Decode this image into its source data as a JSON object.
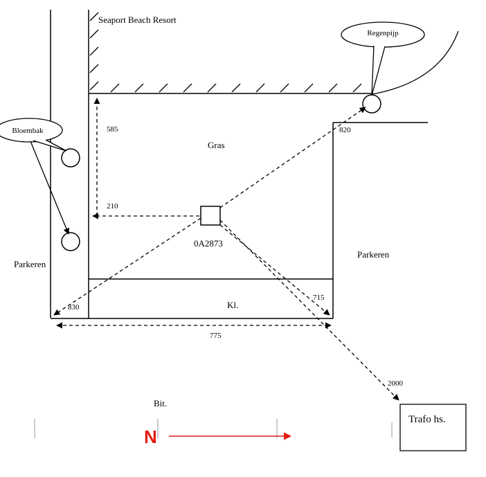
{
  "labels": {
    "building": "Seaport Beach Resort",
    "callout_downpipe": "Regenpijp",
    "callout_planter": "Bloembak",
    "grass": "Gras",
    "parking_left": "Parkeren",
    "parking_right": "Parkeren",
    "small_area": "Kl.",
    "point_id": "0A2873",
    "bitumen": "Bit.",
    "transformer": "Trafo hs.",
    "north": "N"
  },
  "dimensions": {
    "d585": "585",
    "d210": "210",
    "d820": "820",
    "d830": "830",
    "d715": "715",
    "d775": "775",
    "d2000": "2000"
  },
  "colors": {
    "ink": "#000000",
    "north": "#e21b14"
  }
}
